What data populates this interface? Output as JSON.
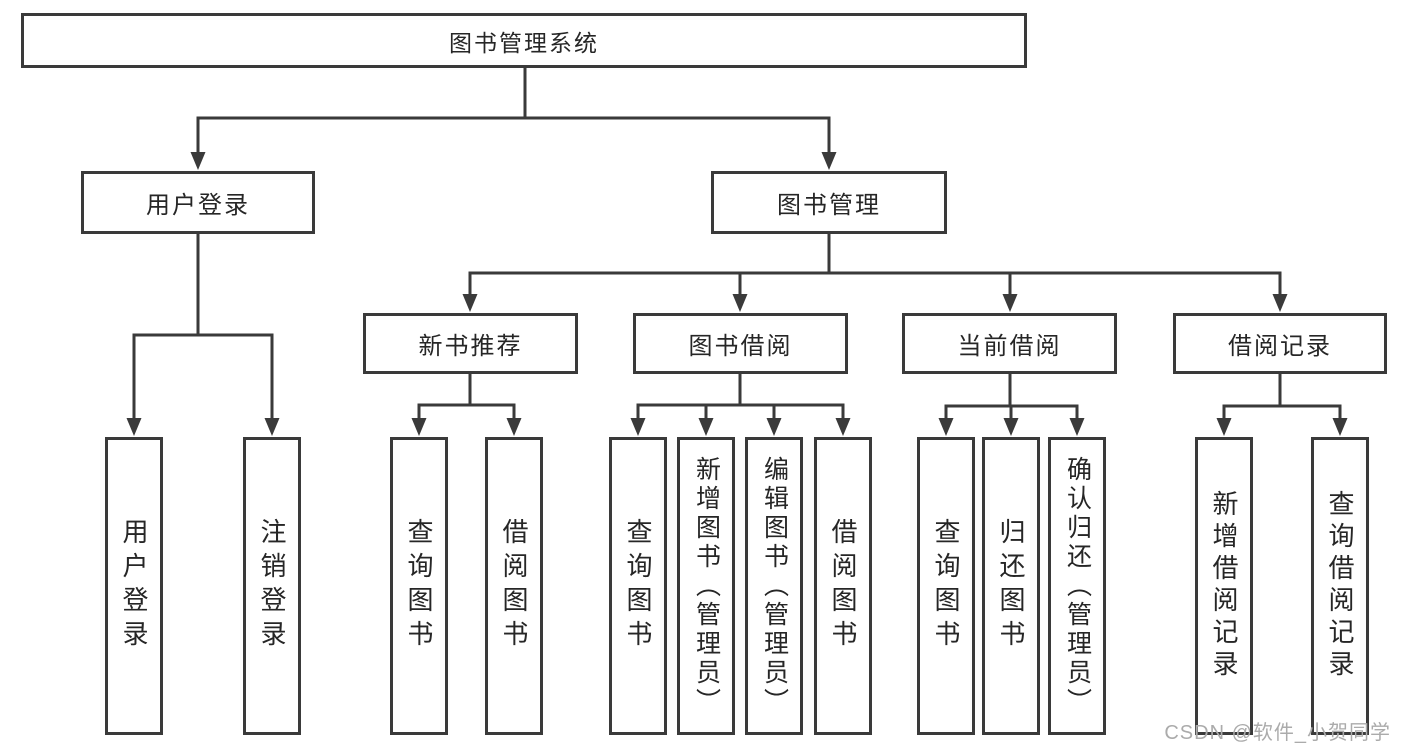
{
  "colors": {
    "line": "#3a3a3a",
    "text": "#262626",
    "wm": "#ababab",
    "bg": "#ffffff"
  },
  "watermark": {
    "text": "CSDN @软件_小贺同学"
  },
  "nodes": {
    "root": {
      "label": "图书管理系统"
    },
    "user_login": {
      "label": "用户登录"
    },
    "book_mgmt": {
      "label": "图书管理"
    },
    "new_book_rec": {
      "label": "新书推荐"
    },
    "book_borrow": {
      "label": "图书借阅"
    },
    "current_borrow": {
      "label": "当前借阅"
    },
    "borrow_records": {
      "label": "借阅记录"
    },
    "leaf_user_login": {
      "label": "用户登录"
    },
    "leaf_logout": {
      "label": "注销登录"
    },
    "leaf_rec_query_book": {
      "label": "查询图书"
    },
    "leaf_rec_borrow_book": {
      "label": "借阅图书"
    },
    "leaf_bb_query_book": {
      "label": "查询图书"
    },
    "leaf_bb_add_book": {
      "label": "新增图书（管理员）"
    },
    "leaf_bb_edit_book": {
      "label": "编辑图书（管理员）"
    },
    "leaf_bb_borrow_book": {
      "label": "借阅图书"
    },
    "leaf_cb_query_book": {
      "label": "查询图书"
    },
    "leaf_cb_return_book": {
      "label": "归还图书"
    },
    "leaf_cb_confirm_return": {
      "label": "确认归还（管理员）"
    },
    "leaf_br_add_record": {
      "label": "新增借阅记录"
    },
    "leaf_br_query_record": {
      "label": "查询借阅记录"
    }
  }
}
